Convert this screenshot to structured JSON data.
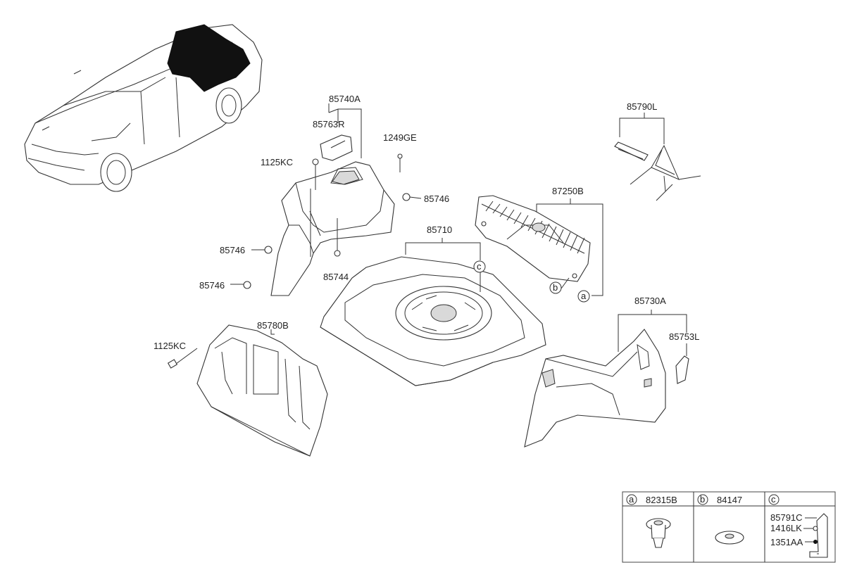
{
  "labels": {
    "p85740A": "85740A",
    "p85763R": "85763R",
    "p1249GE": "1249GE",
    "p1125KC_top": "1125KC",
    "p85746_r": "85746",
    "p85746_l1": "85746",
    "p85746_l2": "85746",
    "p85744": "85744",
    "p85710": "85710",
    "p87250B": "87250B",
    "p85790L": "85790L",
    "p85780B": "85780B",
    "p1125KC_bot": "1125KC",
    "p85730A": "85730A",
    "p85753L": "85753L"
  },
  "callouts": {
    "a1": "a",
    "b1": "b",
    "c1": "c"
  },
  "legend": {
    "cells": [
      {
        "letter": "a",
        "code": "82315B"
      },
      {
        "letter": "b",
        "code": "84147"
      },
      {
        "letter": "c",
        "code": ""
      }
    ],
    "c_parts": [
      "85791C",
      "1416LK",
      "1351AA"
    ]
  }
}
